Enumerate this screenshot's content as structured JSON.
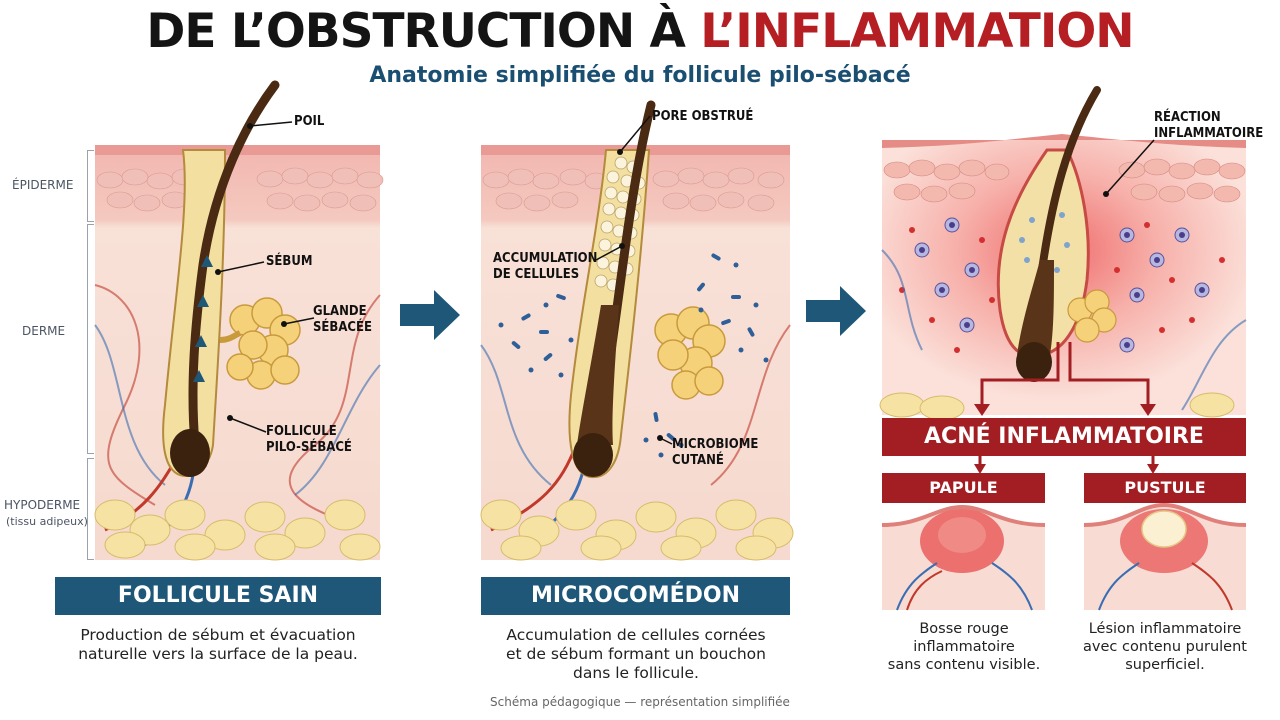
{
  "title": {
    "part1": "DE L’OBSTRUCTION À ",
    "part2": "L’INFLAMMATION"
  },
  "subtitle": "Anatomie simplifiée du follicule pilo-sébacé",
  "layers": {
    "epiderme": "ÉPIDERME",
    "derme": "DERME",
    "hypoderme": "HYPODERME",
    "hypoderme_sub": "(tissu adipeux)"
  },
  "panel1": {
    "labels": {
      "poil": "POIL",
      "sebum": "SÉBUM",
      "glande": "GLANDE\nSÉBACÉE",
      "follicule": "FOLLICULE\nPILO-SÉBACÉ"
    },
    "banner": "FOLLICULE SAIN",
    "caption": "Production de sébum et évacuation\nnaturelle vers la surface de la peau."
  },
  "panel2": {
    "labels": {
      "pore": "PORE OBSTRUÉ",
      "accumulation": "ACCUMULATION\nDE CELLULES",
      "microbiome": "MICROBIOME\nCUTANÉ"
    },
    "banner": "MICROCOMÉDON",
    "caption": "Accumulation de cellules cornées\net de sébum formant un bouchon\ndans le follicule."
  },
  "panel3": {
    "labels": {
      "reaction": "RÉACTION\nINFLAMMATOIRE"
    },
    "banner": "ACNÉ INFLAMMATOIRE",
    "papule": {
      "title": "PAPULE",
      "caption": "Bosse rouge inflammatoire\nsans contenu visible."
    },
    "pustule": {
      "title": "PUSTULE",
      "caption": "Lésion inflammatoire\navec contenu purulent\nsuperficiel."
    }
  },
  "footer": "Schéma pédagogique — représentation simplifiée",
  "colors": {
    "navy": "#1f5778",
    "red": "#a31e22",
    "skin": "#f6d9cf",
    "fat": "#f3e2a6"
  }
}
